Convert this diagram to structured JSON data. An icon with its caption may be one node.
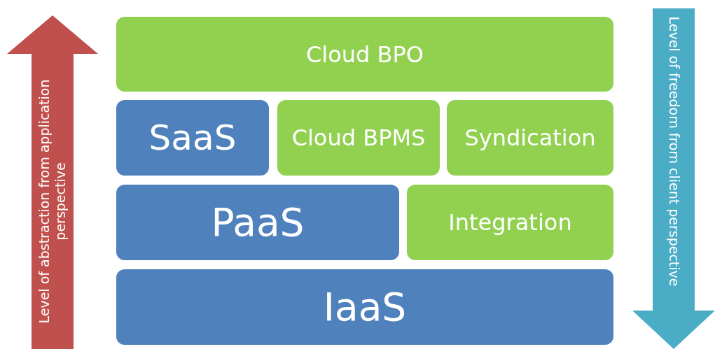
{
  "diagram": {
    "nodes": [
      {
        "text": [
          "Level of abstraction from application perspective"
        ]
      },
      {
        "text": [
          "Cloud BPO"
        ]
      },
      {
        "text": [
          "SaaS"
        ]
      },
      {
        "text": [
          "Cloud BPMS"
        ]
      },
      {
        "text": [
          "Syndication"
        ]
      },
      {
        "text": [
          "PaaS"
        ]
      },
      {
        "text": [
          "Integration"
        ]
      },
      {
        "text": [
          "IaaS"
        ]
      },
      {
        "text": [
          "Level of freedom from client perspective"
        ]
      }
    ]
  }
}
